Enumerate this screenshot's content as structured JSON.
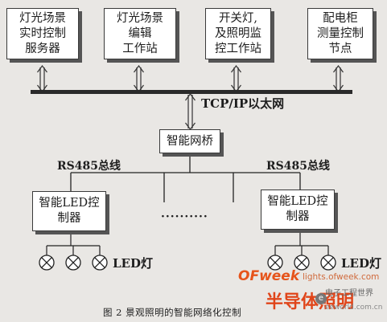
{
  "top_nodes": [
    {
      "line1": "灯光场景",
      "line2": "实时控制",
      "line3": "服务器"
    },
    {
      "line1": "灯光场景",
      "line2": "编辑",
      "line3": "工作站"
    },
    {
      "line1": "开关灯,",
      "line2": "及照明监",
      "line3": "控工作站"
    },
    {
      "line1": "配电柜",
      "line2": "测量控制",
      "line3": "节点"
    }
  ],
  "network_label": "TCP/IP以太网",
  "bridge_label": "智能网桥",
  "bus_left_label": "RS485总线",
  "bus_right_label": "RS485总线",
  "controller_left": {
    "line1": "智能LED控",
    "line2": "制器"
  },
  "controller_right": {
    "line1": "智能LED控",
    "line2": "制器"
  },
  "ellipsis": "··········",
  "led_left_label": "LED灯",
  "led_right_label": "LED灯",
  "caption": "图 2   景观照明的智能网络化控制",
  "watermark": {
    "brand": "OFweek",
    "url": "lights.ofweek.com",
    "name": "半导体照明",
    "sub": "电子工程世界",
    "url2": "eeworld.com.cn"
  }
}
